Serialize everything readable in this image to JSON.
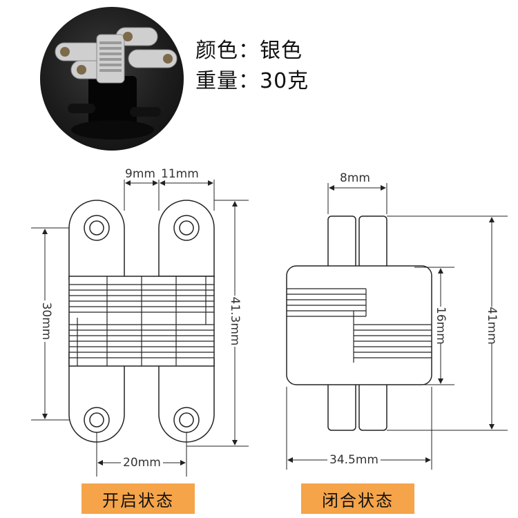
{
  "product": {
    "color_line": "颜色：银色",
    "weight_line": "重量：30克"
  },
  "open_state": {
    "caption": "开启状态",
    "dims": {
      "gap": "9mm",
      "leaf_width": "11mm",
      "hole_spacing": "30mm",
      "total_height": "41.3mm",
      "width": "20mm"
    }
  },
  "closed_state": {
    "caption": "闭合状态",
    "dims": {
      "leaf_width": "8mm",
      "body_height": "16mm",
      "total_height": "41mm",
      "width": "34.5mm"
    }
  },
  "colors": {
    "caption_bg": "#f5a44a",
    "line": "#222222"
  }
}
